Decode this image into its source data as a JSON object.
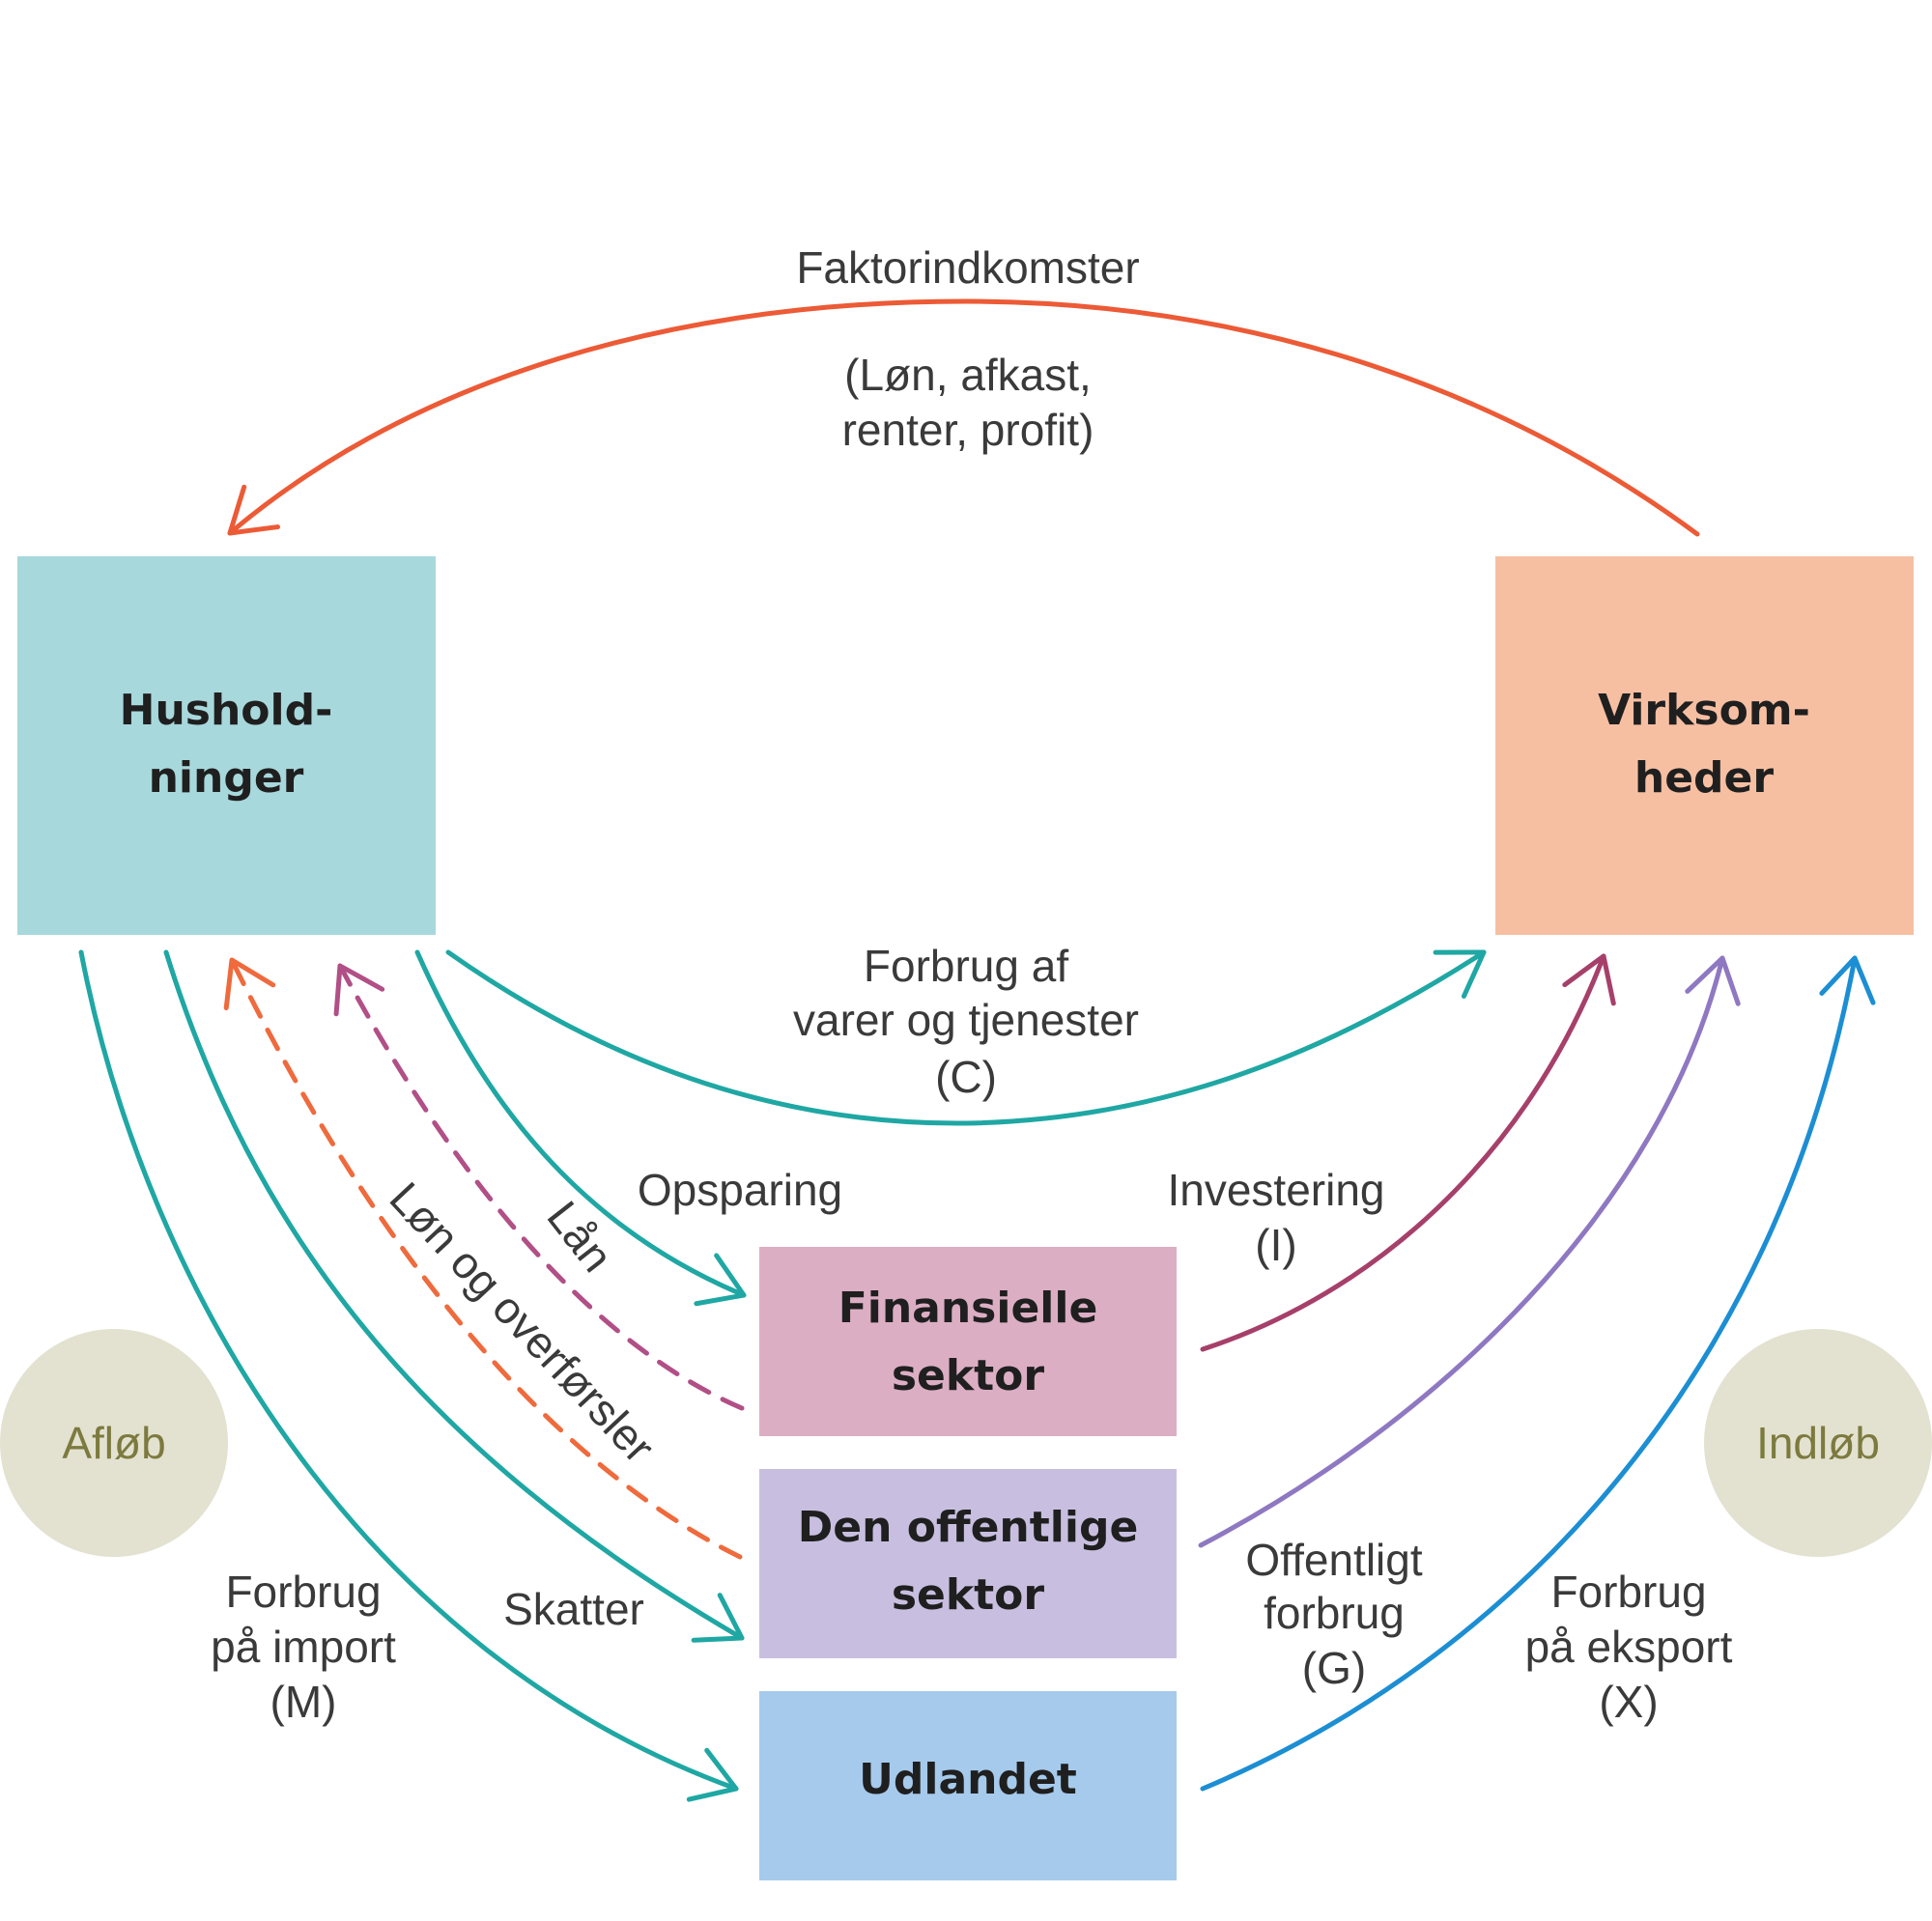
{
  "nodes": {
    "households": {
      "line1": "Hushold-",
      "line2": "ninger"
    },
    "firms": {
      "line1": "Virksom-",
      "line2": "heder"
    },
    "financial": {
      "line1": "Finansielle",
      "line2": "sektor"
    },
    "public": {
      "line1": "Den offentlige",
      "line2": "sektor"
    },
    "foreign": {
      "line1": "Udlandet"
    }
  },
  "circles": {
    "leakage": "Afløb",
    "injection": "Indløb"
  },
  "flows": {
    "factor_income": {
      "line1": "Faktorindkomster",
      "line2": "(Løn, afkast,",
      "line3": "renter, profit)"
    },
    "consumption": {
      "line1": "Forbrug af",
      "line2": "varer og tjenester",
      "line3": "(C)"
    },
    "savings": {
      "line1": "Opsparing"
    },
    "loans": {
      "line1": "Lån"
    },
    "wages_transfers": {
      "line1": "Løn og overførsler"
    },
    "investment": {
      "line1": "Investering",
      "line2": "(I)"
    },
    "government": {
      "line1": "Offentligt",
      "line2": "forbrug",
      "line3": "(G)"
    },
    "taxes": {
      "line1": "Skatter"
    },
    "imports": {
      "line1": "Forbrug",
      "line2": "på import",
      "line3": "(M)"
    },
    "exports": {
      "line1": "Forbrug",
      "line2": "på eksport",
      "line3": "(X)"
    }
  },
  "colors": {
    "households_fill": "#a7d8dc",
    "firms_fill": "#f7bfa2",
    "financial_fill": "#dcaec4",
    "public_fill": "#c8bfe0",
    "foreign_fill": "#a6caec",
    "circle_fill": "#e3e2d1",
    "factor_income": "#ec5a36",
    "teal": "#1fa7a4",
    "loans": "#b14f86",
    "wages_transfers": "#ef6a3c",
    "investment": "#a6406a",
    "government": "#8f78c2",
    "exports": "#1c8ed3"
  }
}
